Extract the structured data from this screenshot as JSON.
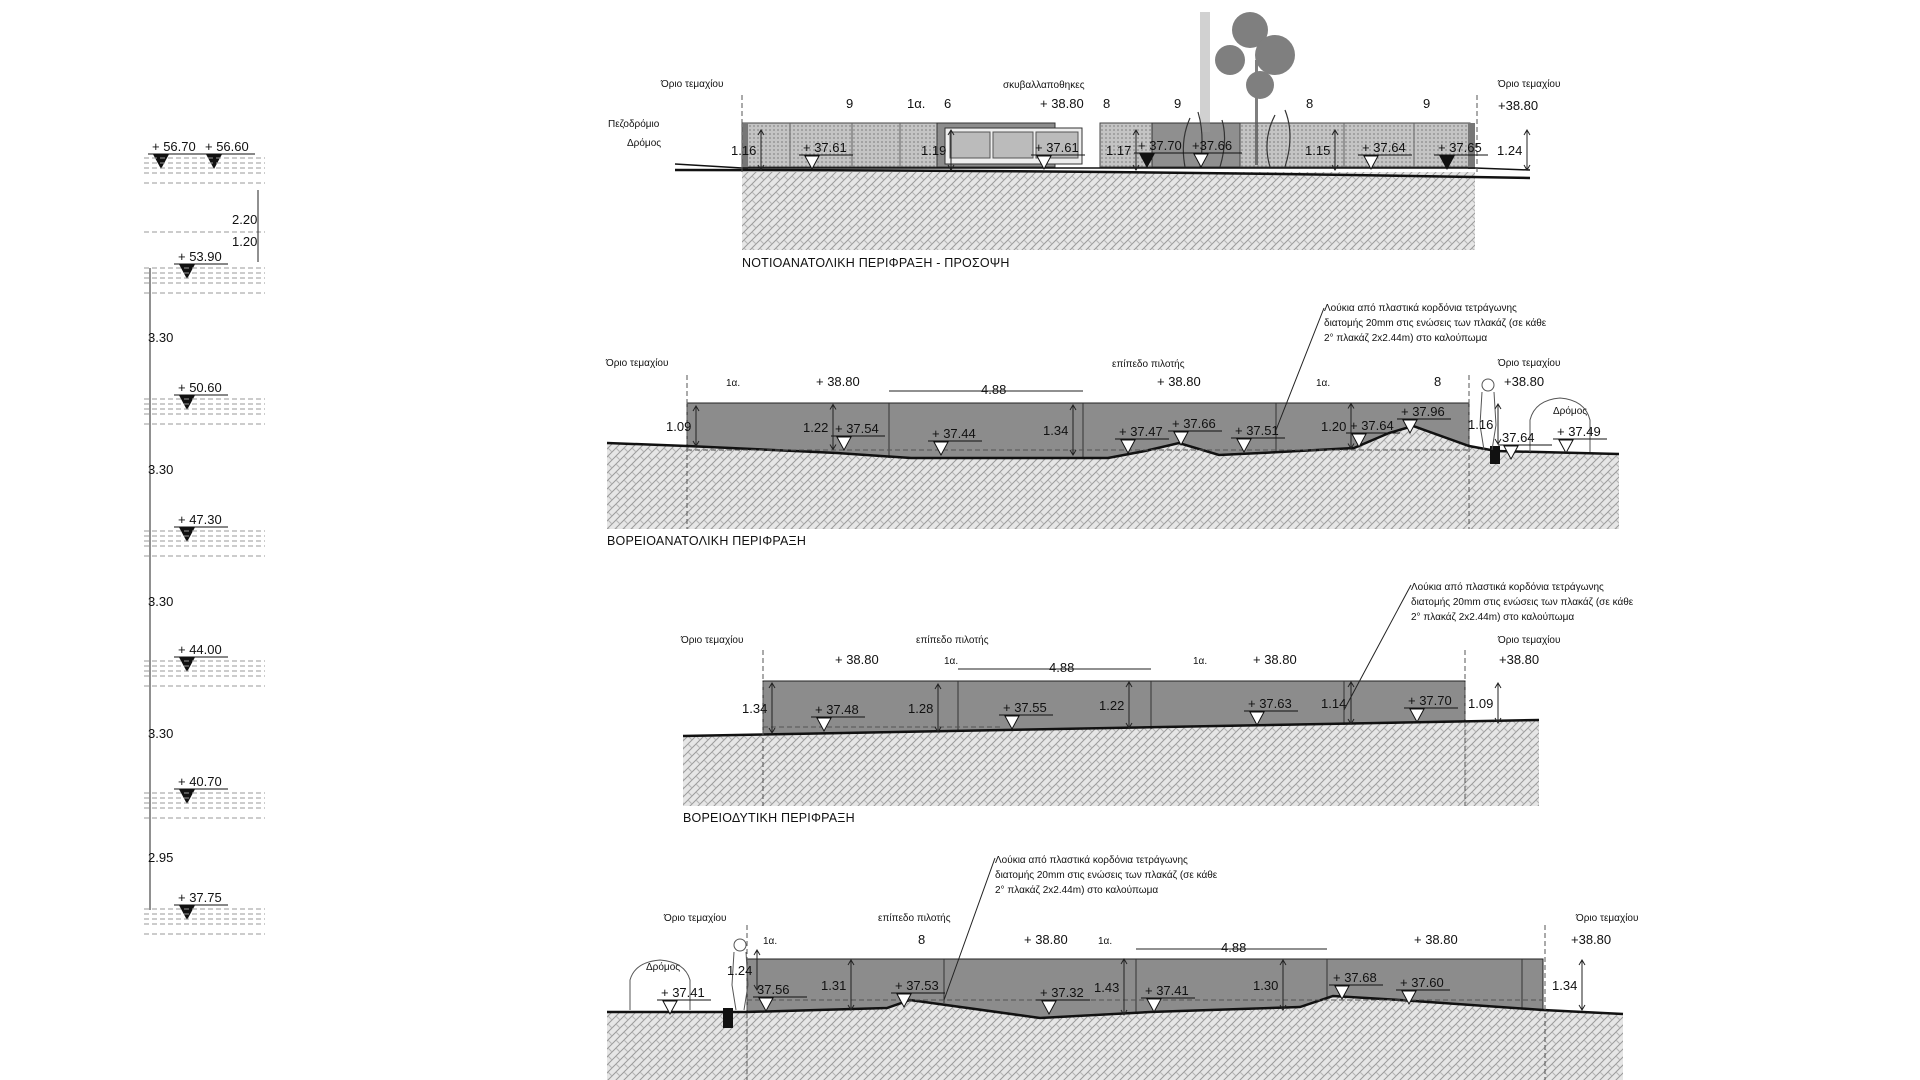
{
  "left_levels": {
    "levels": [
      "+ 56.70",
      "+ 56.60",
      "+ 53.90",
      "+ 50.60",
      "+ 47.30",
      "+ 44.00",
      "+ 40.70",
      "+ 37.75"
    ],
    "dims": [
      "2.20",
      "1.20",
      "3.30",
      "3.30",
      "3.30",
      "3.30",
      "2.95"
    ]
  },
  "sections": [
    {
      "title": "ΝΟΤΙΟΑΝΑΤΟΛΙΚΗ ΠΕΡΙΦΡΑΞΗ - ΠΡΟΣΟΨΗ",
      "texts": [
        "Όριο τεμαχίου",
        "Όριο τεμαχίου",
        "+38.80",
        "Πεζοδρόμιο",
        "Δρόμος",
        "9",
        "1α.",
        "6",
        "σκυβαλλαποθηκες",
        "+ 38.80",
        "8",
        "9",
        "8",
        "9"
      ],
      "levels": [
        "+ 37.61",
        "+ 37.61",
        "+ 37.70",
        "+37.66",
        "+ 37.64",
        "+ 37.65"
      ],
      "dims": [
        "1.16",
        "1.19",
        "1.17",
        "1.15",
        "1.24"
      ]
    },
    {
      "title": "ΒΟΡΕΙΟΑΝΑΤΟΛΙΚΗ ΠΕΡΙΦΡΑΞΗ",
      "texts": [
        "Όριο τεμαχίου",
        "1α.",
        "+ 38.80",
        "4.88",
        "επίπεδο πιλοτής",
        "+ 38.80",
        "1α.",
        "8",
        "Όριο τεμαχίου",
        "+38.80",
        "Δρόμος",
        "Λούκια από πλαστικά κορδόνια τετράγωνης",
        "διατομής 20mm στις ενώσεις των πλακάζ (σε κάθε",
        "2° πλακάζ 2x2.44m) στο καλούπωμα"
      ],
      "levels": [
        "+ 37.54",
        "+ 37.44",
        "+ 37.47",
        "+ 37.66",
        "+ 37.51",
        "+ 37.64",
        "+ 37.96",
        "37.64",
        "+ 37.49"
      ],
      "dims": [
        "1.09",
        "1.22",
        "1.34",
        "1.20",
        "1.16"
      ]
    },
    {
      "title": "ΒΟΡΕΙΟΔΥΤΙΚΗ ΠΕΡΙΦΡΑΞΗ",
      "texts": [
        "Όριο τεμαχίου",
        "+ 38.80",
        "επίπεδο πιλοτής",
        "1α.",
        "4.88",
        "1α.",
        "+ 38.80",
        "Όριο τεμαχίου",
        "+38.80",
        "Λούκια από πλαστικά κορδόνια τετράγωνης",
        "διατομής 20mm στις ενώσεις των πλακάζ (σε κάθε",
        "2° πλακάζ 2x2.44m) στο καλούπωμα"
      ],
      "levels": [
        "+ 37.48",
        "+ 37.55",
        "+ 37.63",
        "+ 37.70"
      ],
      "dims": [
        "1.34",
        "1.28",
        "1.22",
        "1.14",
        "1.09"
      ]
    },
    {
      "title": "",
      "texts": [
        "Όριο τεμαχίου",
        "1α.",
        "επίπεδο πιλοτής",
        "8",
        "+ 38.80",
        "1α.",
        "4.88",
        "+ 38.80",
        "Όριο τεμαχίου",
        "+38.80",
        "Δρόμος",
        "Λούκια από πλαστικά κορδόνια τετράγωνης",
        "διατομής 20mm στις ενώσεις των πλακάζ (σε κάθε",
        "2° πλακάζ 2x2.44m) στο καλούπωμα"
      ],
      "levels": [
        "37.56",
        "+ 37.41",
        "+ 37.53",
        "+ 37.32",
        "+ 37.41",
        "+ 37.68",
        "+ 37.60"
      ],
      "dims": [
        "1.24",
        "1.31",
        "1.43",
        "1.30",
        "1.34"
      ]
    }
  ],
  "colors": {
    "wall": "#8c8c8c",
    "mesh": "#bdbdbd",
    "ground": "#d9d9d9",
    "line": "#111111"
  }
}
